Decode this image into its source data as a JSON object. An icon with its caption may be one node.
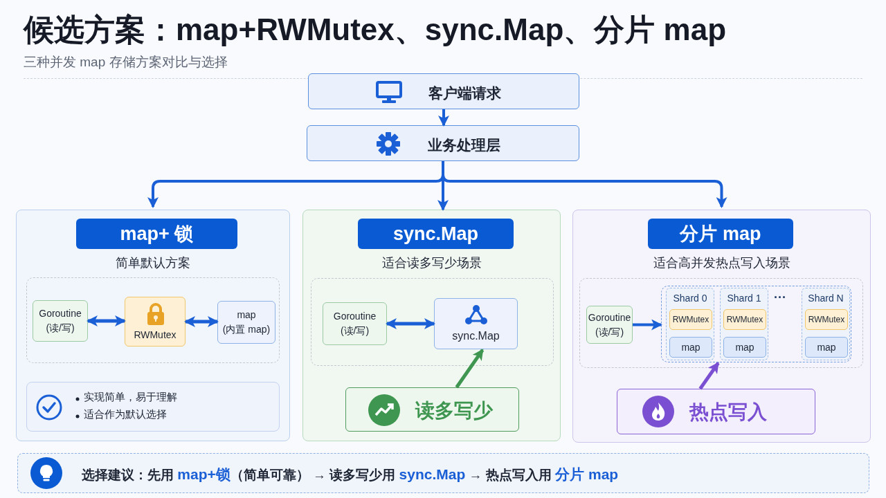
{
  "diagram": {
    "title": "候选方案：map+RWMutex、sync.Map、分片 map",
    "caption": "三种并发 map 存储方案对比与选择",
    "nodes": [
      {
        "text": [
          "客户端请求"
        ]
      },
      {
        "text": [
          "业务处理层"
        ]
      },
      {
        "text": [
          "map+ 锁",
          "简单默认方案"
        ]
      },
      {
        "text": [],
        "shape": "box",
        "in": 2
      },
      {
        "text": [
          "Goroutine",
          "(读/写)"
        ],
        "in": 3
      },
      {
        "text": [
          "RWMutex"
        ],
        "in": 3
      },
      {
        "text": [
          "map",
          "(内置 map)"
        ],
        "in": 3
      },
      {
        "text": [
          "实现简单，易于理解",
          "适合作为默认选择"
        ],
        "in": 2
      },
      {
        "text": [
          "sync.Map",
          "适合读多写少场景"
        ]
      },
      {
        "text": [],
        "shape": "box",
        "in": 8
      },
      {
        "text": [
          "Goroutine",
          "(读/写)"
        ],
        "in": 9
      },
      {
        "text": [
          "sync.Map"
        ],
        "in": 9
      },
      {
        "text": [
          "读多写少"
        ],
        "in": 8
      },
      {
        "text": [
          "分片 map",
          "适合高并发热点写入场景"
        ]
      },
      {
        "text": [],
        "shape": "box",
        "in": 13
      },
      {
        "text": [
          "Goroutine",
          "(读/写)"
        ],
        "in": 14
      },
      {
        "text": [],
        "shape": "box",
        "in": 14
      },
      {
        "text": [
          "Shard 0"
        ],
        "in": 16
      },
      {
        "text": [
          "RWMutex"
        ],
        "in": 17
      },
      {
        "text": [
          "map"
        ],
        "in": 17
      },
      {
        "text": [
          "Shard 1"
        ],
        "in": 16
      },
      {
        "text": [
          "RWMutex"
        ],
        "in": 20
      },
      {
        "text": [
          "map"
        ],
        "in": 20
      },
      {
        "text": [
          "Shard N"
        ],
        "in": 16
      },
      {
        "text": [
          "RWMutex"
        ],
        "in": 23
      },
      {
        "text": [
          "map"
        ],
        "in": 23
      },
      {
        "text": [
          "热点写入"
        ],
        "in": 13
      },
      {
        "text": [
          "选择建议：先用 **map+锁**（简单可靠） → 读多写少用 **sync.Map** → 热点写入用 **分片 map**"
        ]
      }
    ],
    "edges": [
      {
        "from": 0,
        "to": 1,
        "arrow": "to"
      },
      {
        "from": 1,
        "to": 2,
        "arrow": "to"
      },
      {
        "from": 1,
        "to": 8,
        "arrow": "to"
      },
      {
        "from": 1,
        "to": 13,
        "arrow": "to"
      },
      {
        "from": 4,
        "to": 5,
        "arrow": "both"
      },
      {
        "from": 5,
        "to": 6,
        "arrow": "both"
      },
      {
        "from": 10,
        "to": 11,
        "arrow": "both"
      },
      {
        "from": 15,
        "to": 16,
        "arrow": "to"
      },
      {
        "from": 12,
        "to": 11,
        "arrow": "to",
        "color": "#3f9650"
      },
      {
        "from": 26,
        "to": 16,
        "arrow": "to",
        "color": "#7a4fd1"
      }
    ],
    "labels": [
      "···"
    ]
  }
}
